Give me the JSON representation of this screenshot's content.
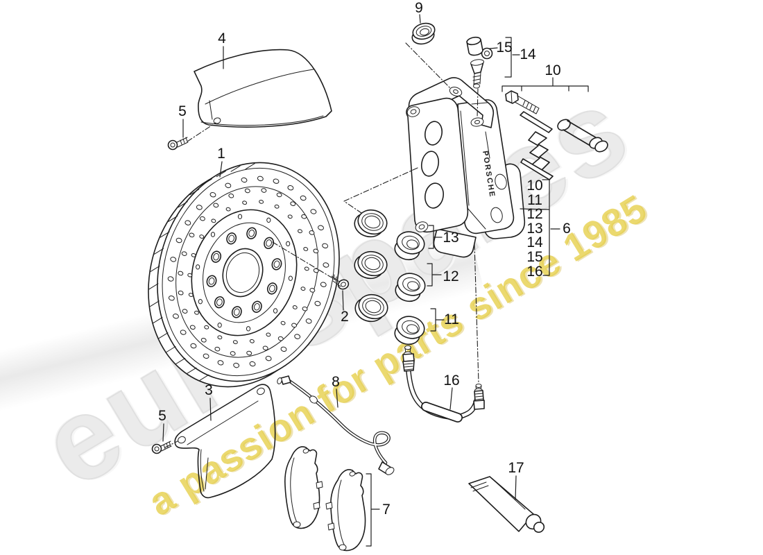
{
  "diagram": {
    "brand": "eurospares",
    "tagline": "a passion for parts since 1985",
    "caliper_brand_text": "PORSCHE"
  },
  "labels": {
    "disc": "1",
    "set_screw": "2",
    "plate_lower": "3",
    "plate_upper": "4",
    "screw_upper": "5",
    "screw_lower": "5",
    "caliper": "6",
    "brake_pads": "7",
    "wear_sensor": "8",
    "nut": "9",
    "mount_kit": "10",
    "piston_small": "11",
    "piston_medium": "12",
    "piston_large": "13",
    "bleeder_kit": "14",
    "bleeder_valve": "15",
    "brake_hose": "16",
    "grease_tube": "17"
  },
  "callout_list": {
    "items": [
      "10",
      "11",
      "12",
      "13",
      "14",
      "15",
      "16"
    ],
    "points_to": "6"
  },
  "colors": {
    "line": "#1d1d1d",
    "watermark_brand": "#ebebeb",
    "watermark_tagline": "#e5ce48"
  }
}
